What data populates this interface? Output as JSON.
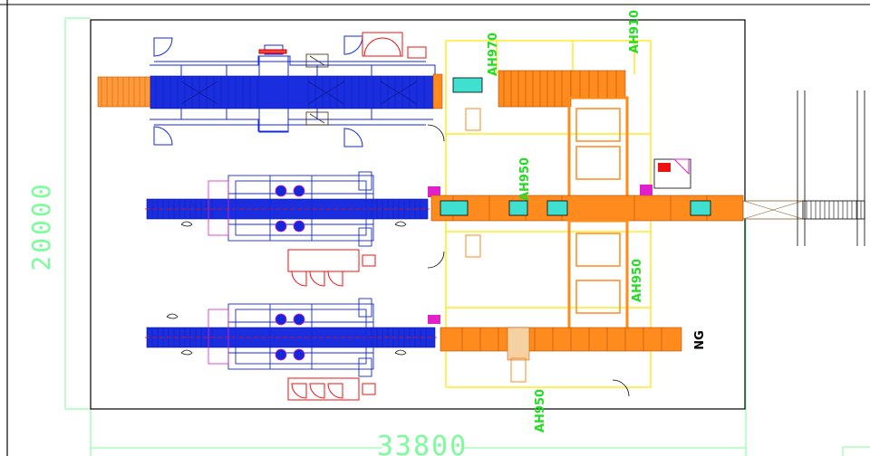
{
  "drawing": {
    "dimension_height": "20000",
    "dimension_width": "33800",
    "ng_label": "NG",
    "annotations": [
      {
        "id": "ah-top-left",
        "text": "AH970"
      },
      {
        "id": "ah-top-right",
        "text": "AH910"
      },
      {
        "id": "ah-mid-left",
        "text": "AH950"
      },
      {
        "id": "ah-mid-right",
        "text": "AH950"
      },
      {
        "id": "ah-bottom",
        "text": "AH950"
      }
    ]
  },
  "colors": {
    "frame": "#000000",
    "dimension": "#7cfc9a",
    "annotation": "#22dd22",
    "conveyor_blue": "#1428d8",
    "conveyor_orange": "#ff8a1e",
    "zone_yellow": "#ffe600",
    "safety_red": "#ee1111",
    "magenta": "#e020c8",
    "cyan": "#40e0d0"
  }
}
